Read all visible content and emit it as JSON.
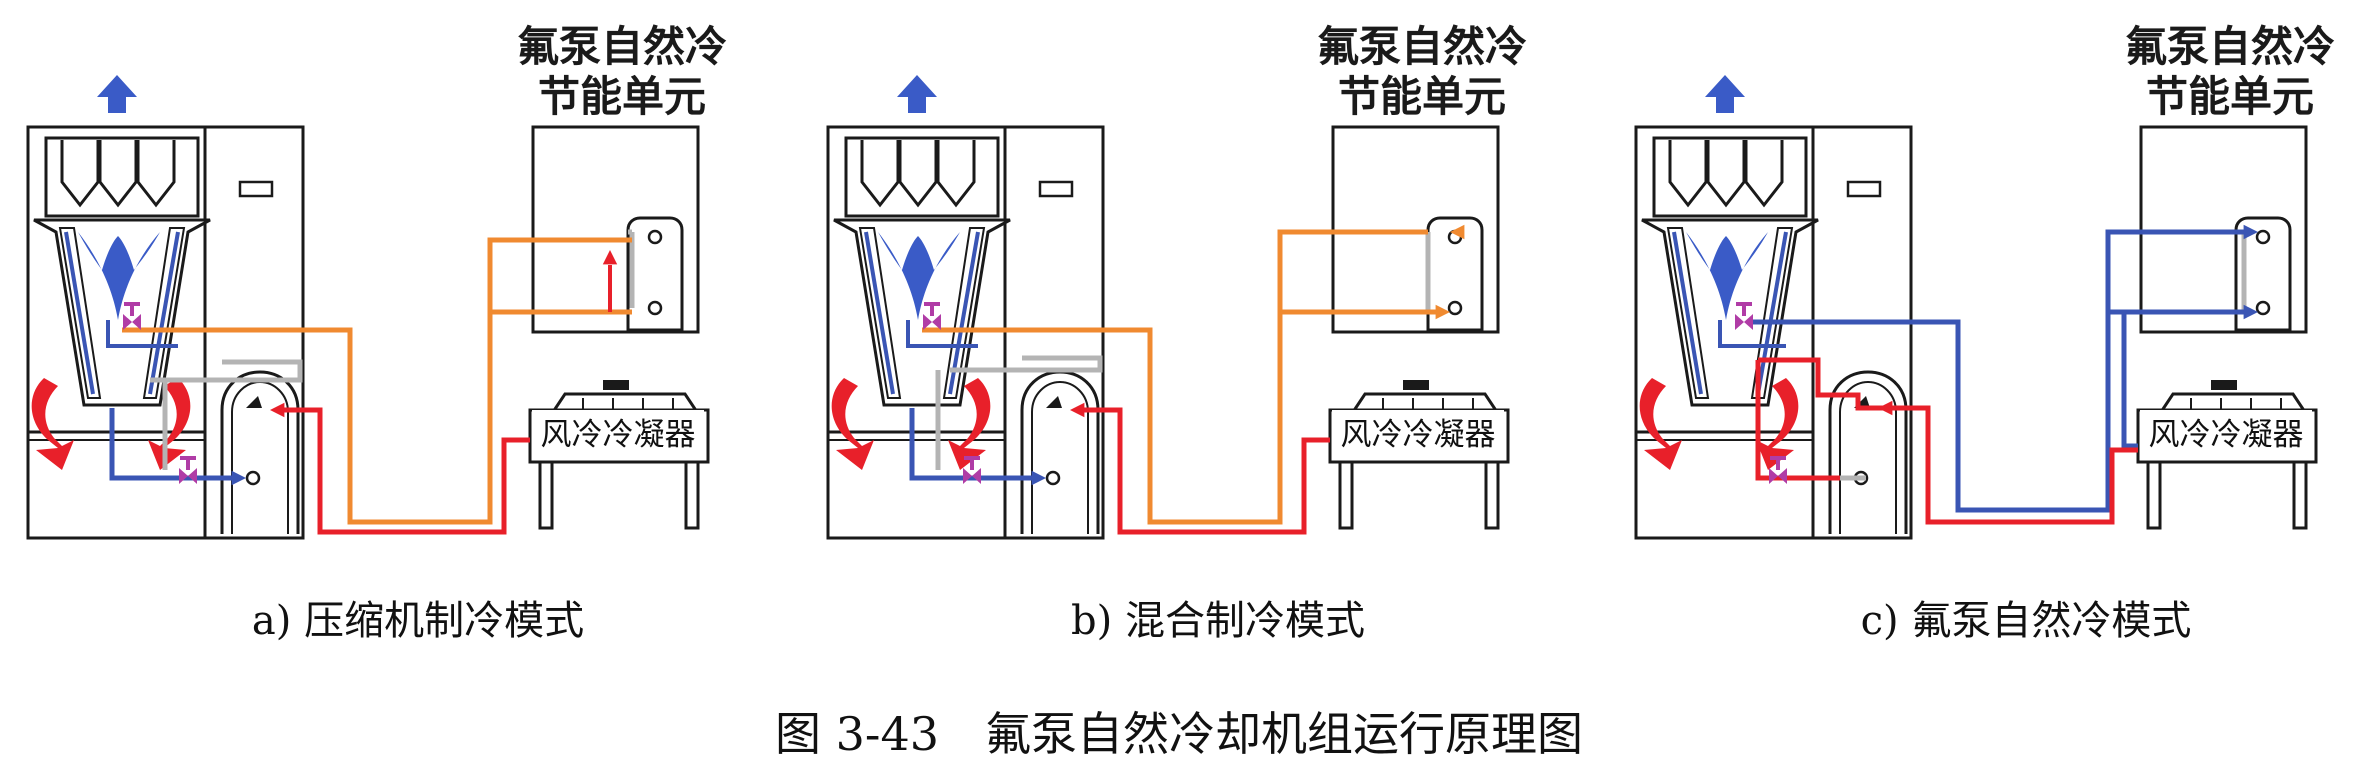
{
  "colors": {
    "outline": "#1a1a1a",
    "blue_refrigerant": "#3a55b4",
    "orange_refrigerant": "#f08a30",
    "red_refrigerant": "#e8202a",
    "bypass_gray": "#b4b4b4",
    "valve": "#b03ca6",
    "air_blue": "#3a5bc7",
    "air_red": "#e8202a"
  },
  "panels": [
    {
      "module_title_line1": "氟泵自然冷",
      "module_title_line2": "节能单元",
      "condenser_label": "风冷冷凝器",
      "caption": "a) 压缩机制冷模式"
    },
    {
      "module_title_line1": "氟泵自然冷",
      "module_title_line2": "节能单元",
      "condenser_label": "风冷冷凝器",
      "caption": "b) 混合制冷模式"
    },
    {
      "module_title_line1": "氟泵自然冷",
      "module_title_line2": "节能单元",
      "condenser_label": "风冷冷凝器",
      "caption": "c) 氟泵自然冷模式"
    }
  ],
  "figure_title": "图 3-43　氟泵自然冷却机组运行原理图"
}
